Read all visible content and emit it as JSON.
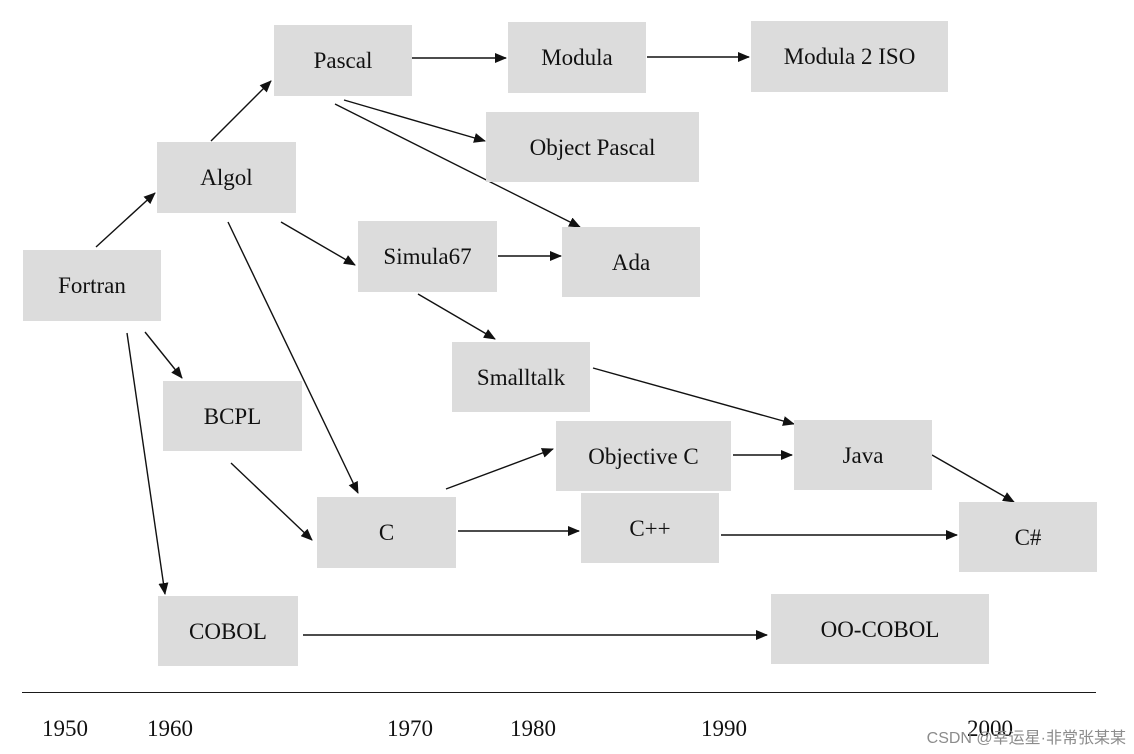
{
  "nodes": {
    "fortran": "Fortran",
    "algol": "Algol",
    "pascal": "Pascal",
    "modula": "Modula",
    "modula2iso": "Modula 2 ISO",
    "objectpascal": "Object Pascal",
    "simula67": "Simula67",
    "ada": "Ada",
    "smalltalk": "Smalltalk",
    "bcpl": "BCPL",
    "objectivec": "Objective C",
    "java": "Java",
    "c": "C",
    "cpp": "C++",
    "csharp": "C#",
    "cobol": "COBOL",
    "oocobol": "OO-COBOL"
  },
  "timeline": {
    "years": [
      "1950",
      "1960",
      "1970",
      "1980",
      "1990",
      "2000"
    ]
  },
  "watermark": "CSDN @幸运星·非常张某某",
  "colors": {
    "node_fill": "#dcdcdc",
    "arrow": "#111111",
    "text": "#111111",
    "watermark": "#8c8c8c"
  }
}
